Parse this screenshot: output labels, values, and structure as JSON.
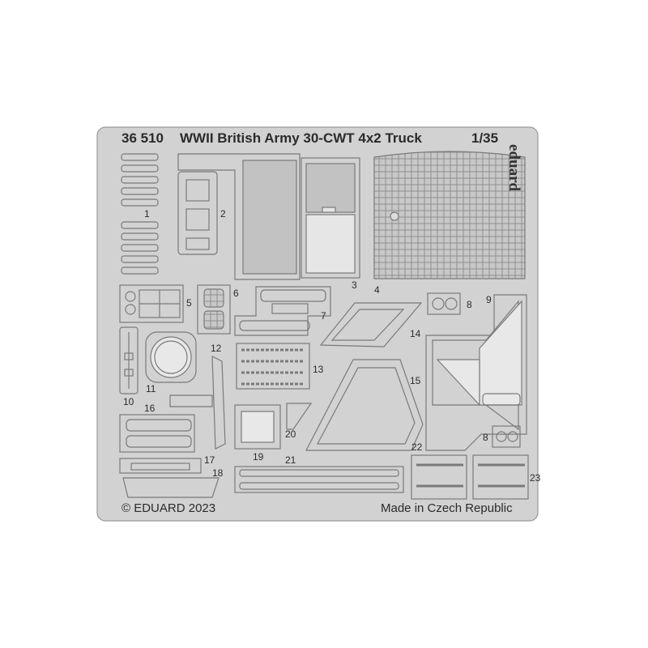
{
  "header": {
    "set_number": "36 510",
    "title": "WWII British Army 30-CWT 4x2 Truck",
    "scale": "1/35"
  },
  "brand": "eduard",
  "footer": {
    "copyright": "© EDUARD 2023",
    "origin": "Made in Czech Republic"
  },
  "parts": [
    "1",
    "2",
    "3",
    "4",
    "5",
    "6",
    "7",
    "8",
    "9",
    "10",
    "11",
    "12",
    "13",
    "14",
    "15",
    "16",
    "17",
    "18",
    "19",
    "20",
    "21",
    "22",
    "23",
    "8"
  ],
  "colors": {
    "fret": "#d2d2d2",
    "part_outline": "#7a7a7a",
    "text": "#2b2b2b"
  }
}
